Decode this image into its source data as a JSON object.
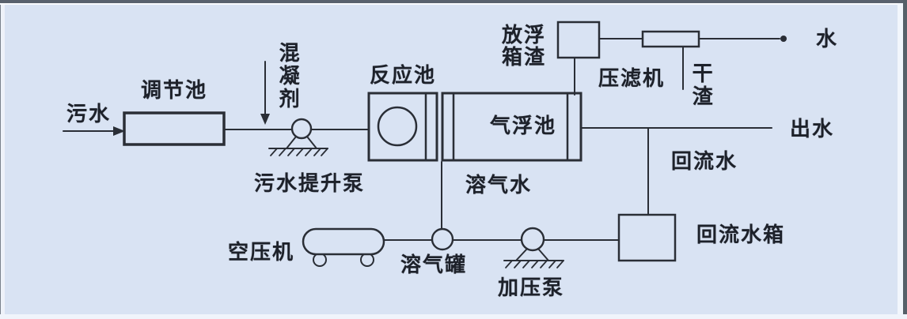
{
  "diagram": {
    "kind": "process-flow-diagram",
    "labels": {
      "influent": "污水",
      "regulating_tank": "调节池",
      "coagulant": "混凝剂",
      "sewage_lift_pump": "污水提升泵",
      "reaction_tank": "反应池",
      "air_flotation_tank": "气浮池",
      "dissolved_air_water": "溶气水",
      "scum_box": "放浮箱渣",
      "filter_press": "压滤机",
      "dry_residue": "干渣",
      "water": "水",
      "effluent": "出水",
      "return_water": "回流水",
      "return_water_tank": "回流水箱",
      "air_compressor": "空压机",
      "dissolved_air_vessel": "溶气罐",
      "pressure_pump": "加压泵"
    },
    "colors": {
      "background": "#d9e3f3",
      "line": "#2a2e36",
      "text": "#1d212a",
      "top_bar": "#59616d"
    }
  }
}
